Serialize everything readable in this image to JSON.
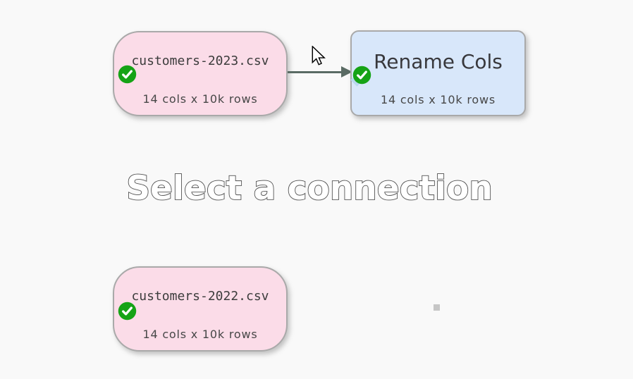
{
  "canvas": {
    "hint_text": "Select a connection",
    "background_color": "#f9f9f9"
  },
  "nodes": [
    {
      "id": "customers-2023",
      "title": "customers-2023.csv",
      "subtitle": "14 cols x 10k rows",
      "kind": "input-file",
      "status": "ok",
      "fill_color": "#fbdce8",
      "border_color": "#a9a9a9"
    },
    {
      "id": "rename-cols",
      "title": "Rename Cols",
      "subtitle": "14 cols x 10k rows",
      "kind": "transform",
      "status": "ok",
      "fill_color": "#d8e7fa",
      "border_color": "#a9a9a9"
    },
    {
      "id": "customers-2022",
      "title": "customers-2022.csv",
      "subtitle": "14 cols x 10k rows",
      "kind": "input-file",
      "status": "ok",
      "fill_color": "#fbdce8",
      "border_color": "#a9a9a9"
    }
  ],
  "connections": [
    {
      "from": "customers-2023",
      "to": "rename-cols",
      "color": "#5a6b64"
    }
  ],
  "icons": {
    "status_ok": "check-circle",
    "status_ok_color": "#16a316",
    "cursor": "arrow-pointer"
  }
}
